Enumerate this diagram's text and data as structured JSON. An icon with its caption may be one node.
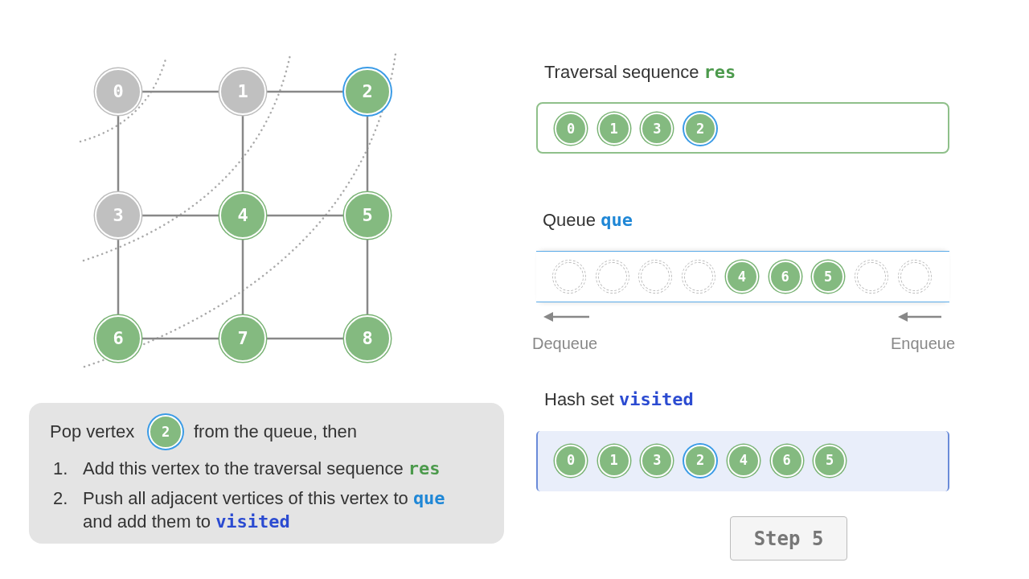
{
  "diagram": {
    "nodes": [
      {
        "text": [
          "0"
        ]
      },
      {
        "text": [
          "1"
        ]
      },
      {
        "text": [
          "2"
        ]
      },
      {
        "text": [
          "3"
        ]
      },
      {
        "text": [
          "4"
        ]
      },
      {
        "text": [
          "5"
        ]
      },
      {
        "text": [
          "6"
        ]
      },
      {
        "text": [
          "7"
        ]
      },
      {
        "text": [
          "8"
        ]
      },
      {
        "text": [
          "Traversal sequence **res**"
        ]
      },
      {
        "text": [
          "0"
        ],
        "in": 9
      },
      {
        "text": [
          "1"
        ],
        "in": 9
      },
      {
        "text": [
          "3"
        ],
        "in": 9
      },
      {
        "text": [
          "2"
        ],
        "in": 9
      },
      {
        "text": [
          "Queue **que**"
        ]
      },
      {
        "text": [],
        "shape": "circle",
        "in": 14
      },
      {
        "text": [],
        "shape": "circle",
        "in": 14
      },
      {
        "text": [],
        "shape": "circle",
        "in": 14
      },
      {
        "text": [],
        "shape": "circle",
        "in": 14
      },
      {
        "text": [
          "4"
        ],
        "in": 14
      },
      {
        "text": [
          "6"
        ],
        "in": 14
      },
      {
        "text": [
          "5"
        ],
        "in": 14
      },
      {
        "text": [],
        "shape": "circle",
        "in": 14
      },
      {
        "text": [],
        "shape": "circle",
        "in": 14
      },
      {
        "text": [
          "Hash set **visited**"
        ]
      },
      {
        "text": [
          "0"
        ],
        "in": 24
      },
      {
        "text": [
          "1"
        ],
        "in": 24
      },
      {
        "text": [
          "3"
        ],
        "in": 24
      },
      {
        "text": [
          "2"
        ],
        "in": 24
      },
      {
        "text": [
          "4"
        ],
        "in": 24
      },
      {
        "text": [
          "6"
        ],
        "in": 24
      },
      {
        "text": [
          "5"
        ],
        "in": 24
      },
      {
        "text": [
          "Pop vertex",
          "from the queue, then",
          "1.",
          "Add this vertex to the traversal sequence **res**",
          "2.",
          "Push all adjacent vertices of this vertex to **que** and add them to **visited**"
        ]
      },
      {
        "text": [
          "2"
        ],
        "in": 32
      },
      {
        "text": [
          "Step 5"
        ]
      }
    ],
    "edges": [
      {
        "from": 0,
        "to": 1,
        "arrow": "none"
      },
      {
        "from": 1,
        "to": 2,
        "arrow": "none"
      },
      {
        "from": 0,
        "to": 3,
        "arrow": "none"
      },
      {
        "from": 1,
        "to": 4,
        "arrow": "none"
      },
      {
        "from": 2,
        "to": 5,
        "arrow": "none"
      },
      {
        "from": 3,
        "to": 4,
        "arrow": "none"
      },
      {
        "from": 4,
        "to": 5,
        "arrow": "none"
      },
      {
        "from": 3,
        "to": 6,
        "arrow": "none"
      },
      {
        "from": 4,
        "to": 7,
        "arrow": "none"
      },
      {
        "from": 5,
        "to": 8,
        "arrow": "none"
      },
      {
        "from": 6,
        "to": 7,
        "arrow": "none"
      },
      {
        "from": 7,
        "to": 8,
        "arrow": "none"
      }
    ],
    "labels": [
      "Dequeue",
      "Enqueue"
    ]
  }
}
